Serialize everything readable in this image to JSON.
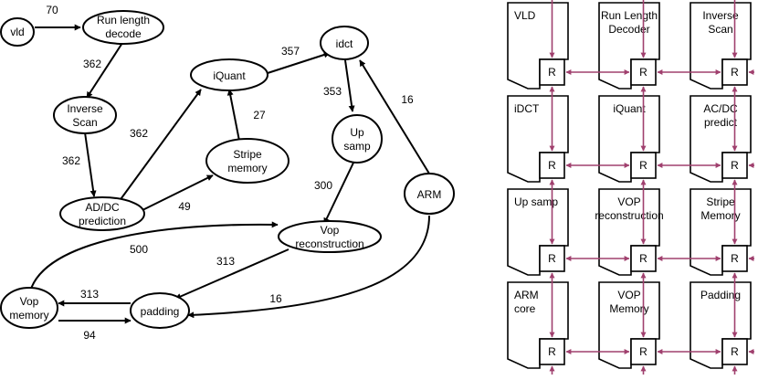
{
  "graph": {
    "nodes": {
      "vld": [
        "vld"
      ],
      "rld": [
        "Run length",
        "decode"
      ],
      "iscan": [
        "Inverse",
        "Scan"
      ],
      "acdc": [
        "AD/DC",
        "prediction"
      ],
      "iquant": [
        "iQuant"
      ],
      "stripe": [
        "Stripe",
        "memory"
      ],
      "idct": [
        "idct"
      ],
      "upsamp": [
        "Up",
        "samp"
      ],
      "arm": [
        "ARM"
      ],
      "voprec": [
        "Vop",
        "reconstruction"
      ],
      "vopmem": [
        "Vop",
        "memory"
      ],
      "padding": [
        "padding"
      ]
    },
    "weights": {
      "vld_rld": "70",
      "rld_iscan": "362",
      "iscan_acdc": "362",
      "acdc_iquant": "362",
      "acdc_stripe": "49",
      "stripe_iquant": "27",
      "iquant_idct": "357",
      "idct_upsamp": "353",
      "arm_idct": "16",
      "upsamp_voprec": "300",
      "vopmem_voprec": "500",
      "voprec_padding": "313",
      "padding_vopmem": "313",
      "vopmem_padding": "94",
      "arm_padding": "16"
    }
  },
  "noc": {
    "router_label": "R",
    "tiles": [
      [
        "VLD"
      ],
      [
        "Run Length",
        "Decoder"
      ],
      [
        "Inverse",
        "Scan"
      ],
      [
        "iDCT"
      ],
      [
        "iQuant"
      ],
      [
        "AC/DC",
        "predict"
      ],
      [
        "Up samp"
      ],
      [
        "VOP",
        "reconstruction"
      ],
      [
        "Stripe",
        "Memory"
      ],
      [
        "ARM",
        "core"
      ],
      [
        "VOP",
        "Memory"
      ],
      [
        "Padding"
      ]
    ],
    "link_color": "#a0406e"
  }
}
